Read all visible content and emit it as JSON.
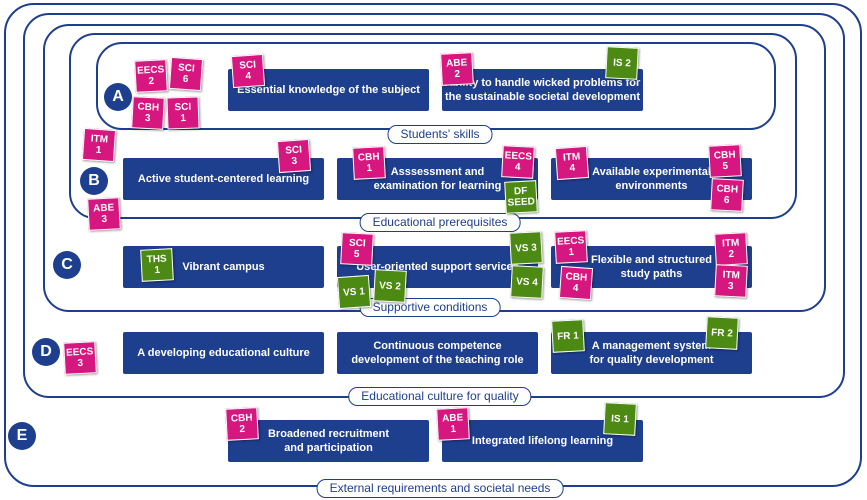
{
  "levels": {
    "A": {
      "letter": "A",
      "label": "Students' skills"
    },
    "B": {
      "letter": "B",
      "label": "Educational prerequisites"
    },
    "C": {
      "letter": "C",
      "label": "Supportive conditions"
    },
    "D": {
      "letter": "D",
      "label": "Educational culture for quality"
    },
    "E": {
      "letter": "E",
      "label": "External requirements and societal needs"
    }
  },
  "boxes": {
    "essential_knowledge": "Essential knowledge of the subject",
    "wicked_problems": "Ability to handle wicked problems for\nthe sustainable societal development",
    "active_learning": "Active student-centered learning",
    "assessment": "Asssessment and\nexamination for learning",
    "experimental_environments": "Available experimental\nenvironments",
    "vibrant_campus": "Vibrant campus",
    "support_services": "User-oriented support services",
    "study_paths": "Flexible and structured\nstudy paths",
    "developing_culture": "A developing educational culture",
    "competence_development": "Continuous competence\ndevelopment of the teaching role",
    "management_system": "A management system\nfor quality development",
    "recruitment": "Broadened recruitment\nand participation",
    "lifelong_learning": "Integrated lifelong learning"
  },
  "tags": {
    "eecs2": "EECS\n2",
    "sci6": "SCI\n6",
    "cbh3": "CBH\n3",
    "sci1": "SCI\n1",
    "sci4": "SCI\n4",
    "abe2": "ABE\n2",
    "is2": "IS 2",
    "itm1": "ITM\n1",
    "abe3": "ABE\n3",
    "sci3": "SCI\n3",
    "cbh1": "CBH\n1",
    "eecs4": "EECS\n4",
    "dfseed": "DF\nSEED",
    "itm4": "ITM\n4",
    "cbh5": "CBH\n5",
    "cbh6": "CBH\n6",
    "ths1": "THS\n1",
    "sci5": "SCI\n5",
    "vs3": "VS 3",
    "vs4": "VS 4",
    "vs1": "VS 1",
    "vs2": "VS 2",
    "eecs1": "EECS\n1",
    "cbh4": "CBH\n4",
    "itm2": "ITM\n2",
    "itm3": "ITM\n3",
    "eecs3": "EECS\n3",
    "fr1": "FR 1",
    "fr2": "FR 2",
    "cbh2": "CBH\n2",
    "abe1": "ABE\n1",
    "is1": "IS 1"
  },
  "colors": {
    "navy": "#1e3e8e",
    "magenta": "#d6177f",
    "green": "#4d8a13"
  }
}
